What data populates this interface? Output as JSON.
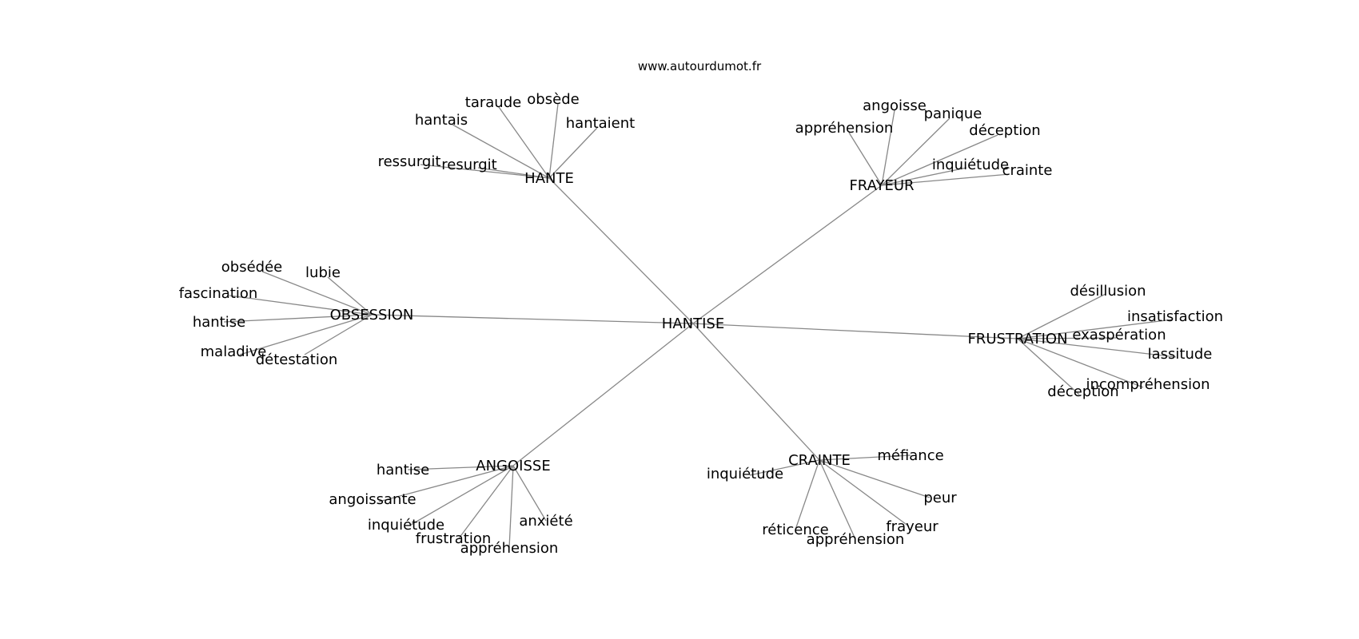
{
  "site": "www.autourdumot.fr",
  "root": {
    "id": "hantise-root",
    "label": "HANTISE"
  },
  "clusters": [
    {
      "id": "hante",
      "label": "HANTE",
      "words": [
        "taraude",
        "obsède",
        "hantais",
        "hantaient",
        "ressurgit",
        "resurgit"
      ]
    },
    {
      "id": "frayeur",
      "label": "FRAYEUR",
      "words": [
        "angoisse",
        "panique",
        "appréhension",
        "déception",
        "inquiétude",
        "crainte"
      ]
    },
    {
      "id": "obsession",
      "label": "OBSESSION",
      "words": [
        "obsédée",
        "lubie",
        "fascination",
        "hantise",
        "maladive",
        "détestation"
      ]
    },
    {
      "id": "frustration",
      "label": "FRUSTRATION",
      "words": [
        "désillusion",
        "insatisfaction",
        "exaspération",
        "lassitude",
        "incompréhension",
        "déception"
      ]
    },
    {
      "id": "angoisse",
      "label": "ANGOISSE",
      "words": [
        "hantise",
        "angoissante",
        "inquiétude",
        "frustration",
        "appréhension",
        "anxiété"
      ]
    },
    {
      "id": "crainte",
      "label": "CRAINTE",
      "words": [
        "méfiance",
        "inquiétude",
        "peur",
        "réticence",
        "frayeur",
        "appréhension"
      ]
    }
  ]
}
